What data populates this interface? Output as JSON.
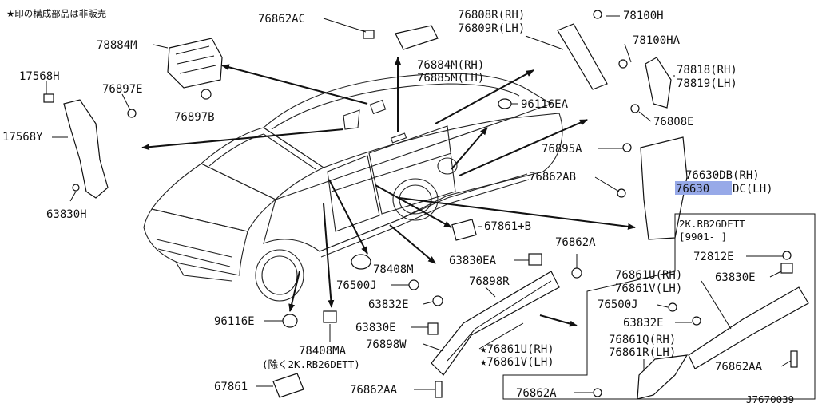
{
  "note": "★印の構成部品は非販売",
  "diagram_id": "J7670039",
  "inset_header": {
    "engine": "2K.RB26DETT",
    "date": "[9901-      ]"
  },
  "labels": {
    "p76862AC": "76862AC",
    "p78884M": "78884M",
    "p17568H": "17568H",
    "p76897E": "76897E",
    "p76897B": "76897B",
    "p17568Y": "17568Y",
    "p63830H": "63830H",
    "p76884M_RH": "76884M(RH)",
    "p76885M_LH": "76885M(LH)",
    "p96116EA": "96116EA",
    "p76808R_RH": "76808R(RH)",
    "p76809R_LH": "76809R(LH)",
    "p78100H": "78100H",
    "p78100HA": "78100HA",
    "p78818_RH": "78818(RH)",
    "p78819_LH": "78819(LH)",
    "p76808E": "76808E",
    "p76895A": "76895A",
    "p76862AB": "76862AB",
    "p76630DB_RH": "76630DB(RH)",
    "p76630DC_LH_a": "76630",
    "p76630DC_LH_b": "DC(LH)",
    "p67861B": "67861+B",
    "p63830EA": "63830EA",
    "p76862A": "76862A",
    "p78408M": "78408M",
    "p76500J": "76500J",
    "p76898R": "76898R",
    "p63832E": "63832E",
    "p96116E": "96116E",
    "p63830E": "63830E",
    "p76898W": "76898W",
    "p76861U_RH": "★76861U(RH)",
    "p76861V_LH": "★76861V(LH)",
    "p78408MA": "78408MA",
    "p_exclude": "(除く2K.RB26DETT)",
    "p67861": "67861",
    "p76862AA": "76862AA",
    "i72812E": "72812E",
    "i63830E": "63830E",
    "i76861U_RH": "76861U(RH)",
    "i76861V_LH": "76861V(LH)",
    "i76500J": "76500J",
    "i63832E": "63832E",
    "i76861Q_RH": "76861Q(RH)",
    "i76861R_LH": "76861R(LH)",
    "i76862A": "76862A",
    "i76862AA": "76862AA"
  }
}
